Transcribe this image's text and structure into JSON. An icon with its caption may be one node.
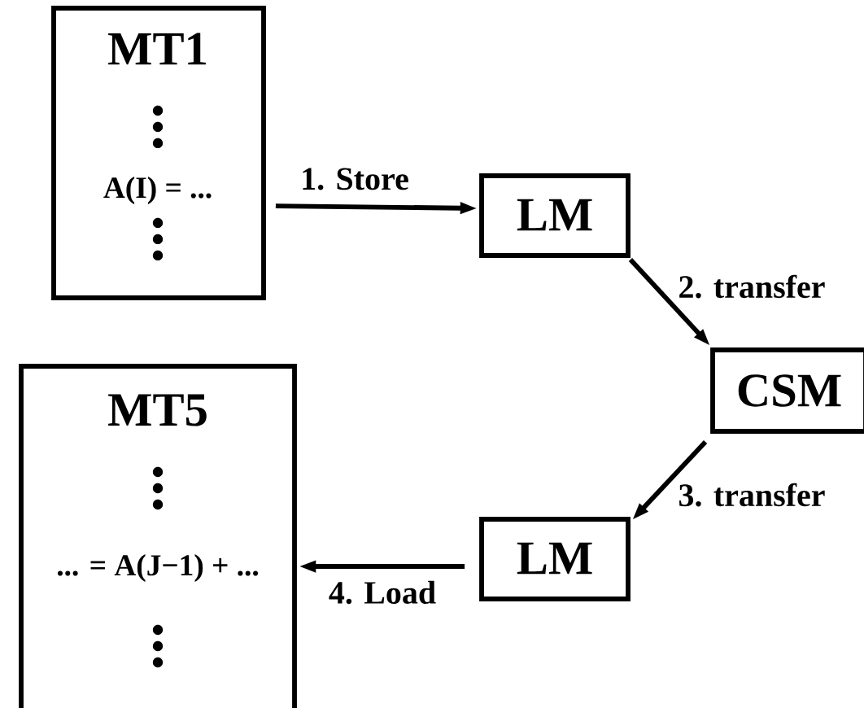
{
  "diagram": {
    "nodes": [
      {
        "text": [
          "MT1",
          "A(I) = ..."
        ]
      },
      {
        "text": [
          "LM"
        ]
      },
      {
        "text": [
          "CSM"
        ]
      },
      {
        "text": [
          "LM"
        ]
      },
      {
        "text": [
          "MT5",
          "... = A(J−1) + ..."
        ]
      }
    ],
    "edges": [
      {
        "from": 0,
        "to": 1,
        "arrow": "to",
        "label": "1. Store"
      },
      {
        "from": 1,
        "to": 2,
        "arrow": "to",
        "label": "2. transfer"
      },
      {
        "from": 2,
        "to": 3,
        "arrow": "to",
        "label": "3. transfer"
      },
      {
        "from": 3,
        "to": 4,
        "arrow": "to",
        "label": "4. Load"
      }
    ]
  }
}
